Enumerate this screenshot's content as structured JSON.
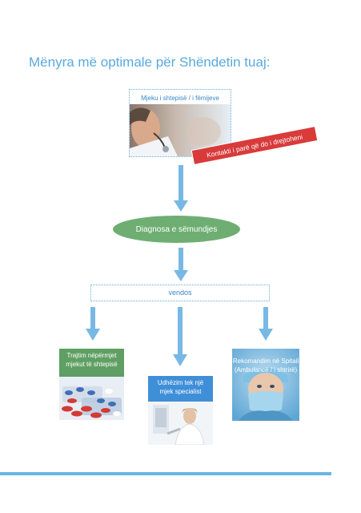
{
  "title": "Mënyra më optimale për Shëndetin tuaj:",
  "family_doctor": {
    "label": "Mjeku i shtepisë / i fëmijeve",
    "image": "doctor-stethoscope-photo"
  },
  "first_contact": "Kontakti i parë që do i drejtoheni",
  "diagnosis": "Diagnosa e sëmundjes",
  "decide": "vendos",
  "outcomes": [
    {
      "label_line1": "Trajtim nëpërmjet",
      "label_line2": "mjekut të shtepisë",
      "image": "pills-photo"
    },
    {
      "label_line1": "Udhëzim tek një",
      "label_line2": "mjek specialist",
      "image": "specialist-doctor-photo"
    },
    {
      "label_line1": "Rekomandim në Spitail",
      "label_line2": "(Ambulancë / i shtrirë)",
      "image": "surgeon-mask-photo"
    }
  ],
  "colors": {
    "accent": "#5aa9dd",
    "arrow": "#78b8e4",
    "green": "#6fae73",
    "red": "#d93a3a",
    "blue_box": "#3f8fd8"
  }
}
